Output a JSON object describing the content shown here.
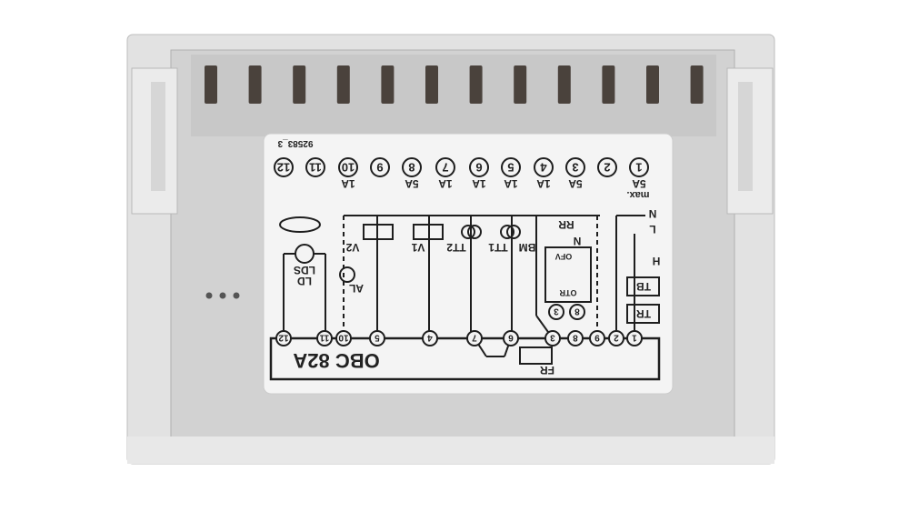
{
  "device": {
    "model": "OBC 82A",
    "part_number": "92583_3",
    "max_label": "max.",
    "terminals_top": [
      {
        "num": "12",
        "rating": ""
      },
      {
        "num": "11",
        "rating": ""
      },
      {
        "num": "10",
        "rating": "1A"
      },
      {
        "num": "9",
        "rating": ""
      },
      {
        "num": "8",
        "rating": "5A"
      },
      {
        "num": "7",
        "rating": "1A"
      },
      {
        "num": "6",
        "rating": "1A"
      },
      {
        "num": "5",
        "rating": "1A"
      },
      {
        "num": "4",
        "rating": "1A"
      },
      {
        "num": "3",
        "rating": "5A"
      },
      {
        "num": "2",
        "rating": ""
      },
      {
        "num": "1",
        "rating": "5A"
      }
    ],
    "terminals_bottom": [
      "12",
      "11",
      "10",
      "5",
      "4",
      "7",
      "6",
      "3",
      "8",
      "9",
      "2",
      "1"
    ],
    "component_labels": {
      "v2": "V2",
      "v1": "V1",
      "tt2": "TT2",
      "tt1": "TT1",
      "bm": "BM",
      "rr": "RR",
      "n_inner": "N",
      "ofv": "OFV",
      "otr": "OTR",
      "tb": "TB",
      "tr": "TR",
      "h": "H",
      "l": "L",
      "n": "N",
      "ld": "LD",
      "lds": "LDS",
      "al": "AL",
      "fr": "FR",
      "sub3": "3",
      "sub8": "8"
    }
  },
  "colors": {
    "housing": "#dcdcdc",
    "inner": "#cfcfcf",
    "label": "#f4f4f4",
    "ink": "#1e1e1e",
    "pins": "#4a423c"
  }
}
